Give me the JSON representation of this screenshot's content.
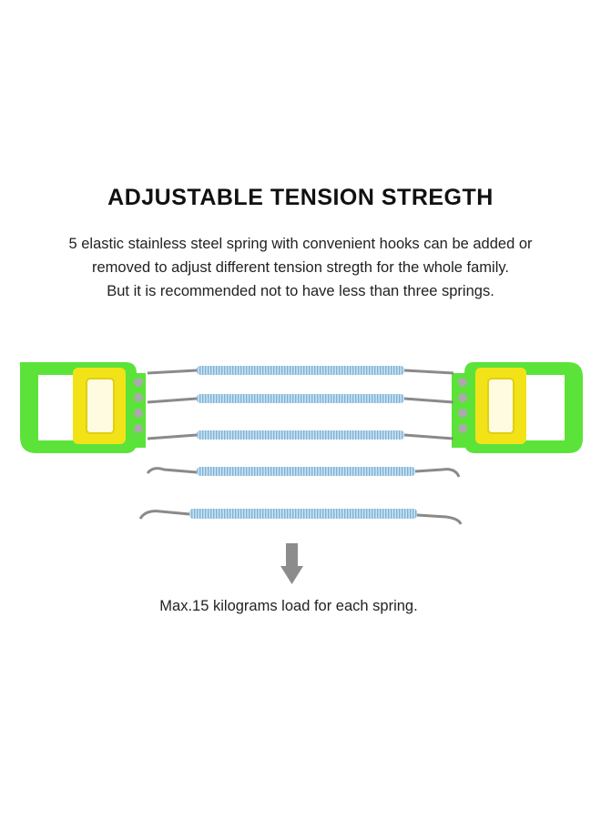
{
  "headline": "ADJUSTABLE TENSION STREGTH",
  "description": [
    "5 elastic stainless steel spring with convenient hooks can be added or",
    "removed to adjust different tension stregth for the whole family.",
    "But it is recommended not to have less than three springs."
  ],
  "note": "Max.15 kilograms load for each spring.",
  "colors": {
    "handle_frame": "#5be33a",
    "handle_grip": "#f2e318",
    "spring": "#9fc9e6",
    "hook": "#8a8a8a",
    "arrow": "#8c8c8c"
  },
  "illustration": {
    "attached_springs": 3,
    "detached_springs": 2,
    "icons": [
      "handle-left-icon",
      "handle-right-icon",
      "spring-icon",
      "hook-icon",
      "down-arrow-icon"
    ]
  }
}
